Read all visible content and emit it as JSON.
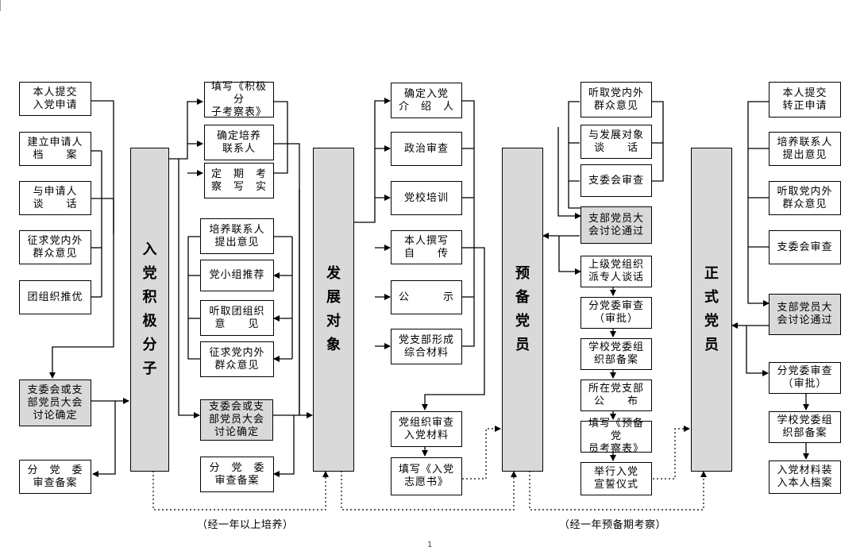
{
  "stages": {
    "activist": "入党积极分子",
    "candidate": "发展对象",
    "probationary": "预备党员",
    "full": "正式党员"
  },
  "col1": [
    "本人提交\n入党申请",
    "建立申请人\n档　　案",
    "与申请人\n谈　　话",
    "征求党内外\n群众意见",
    "团组织推优"
  ],
  "col1_decision": "支委会或支\n部党员大会\n讨论确定",
  "col1_record": "分　党　委\n审查备案",
  "col2_top": [
    "填写《积极分\n子考察表》",
    "确定培养\n联系人",
    "定　期　考\n察　写　实"
  ],
  "col2_mid": [
    "培养联系人\n提出意见",
    "党小组推荐",
    "听取团组织\n意　　见",
    "征求党内外\n群众意见"
  ],
  "col2_decision": "支委会或支\n部党员大会\n讨论确定",
  "col2_record": "分　党　委\n审查备案",
  "col3": [
    "确定入党\n介　绍　人",
    "政治审查",
    "党校培训",
    "本人撰写\n自　　传",
    "公　　　示",
    "党支部形成\n综合材料"
  ],
  "col3_bottom": [
    "党组织审查\n入党材料",
    "填写《入党\n志愿书》"
  ],
  "col4_top": [
    "听取党内外\n群众意见",
    "与发展对象\n谈　　话",
    "支委会审查"
  ],
  "col4_meeting": "支部党员大\n会讨论通过",
  "col4_chain": [
    "上级党组织\n派专人谈话",
    "分党委审查\n（审批）",
    "学校党委组\n织部备案",
    "所在党支部\n公　　布",
    "填写《预备党\n员考察表》",
    "举行入党\n宣誓仪式"
  ],
  "col5_top": [
    "本人提交\n转正申请",
    "培养联系人\n提出意见",
    "听取党内外\n群众意见",
    "支委会审查"
  ],
  "col5_meeting": "支部党员大\n会讨论通过",
  "col5_chain": [
    "分党委审查\n（审批）",
    "学校党委组\n织部备案",
    "入党材料装\n入本人档案"
  ],
  "notes": {
    "train": "（经一年以上培养）",
    "probation": "（经一年预备期考察）"
  },
  "page_number": "1"
}
